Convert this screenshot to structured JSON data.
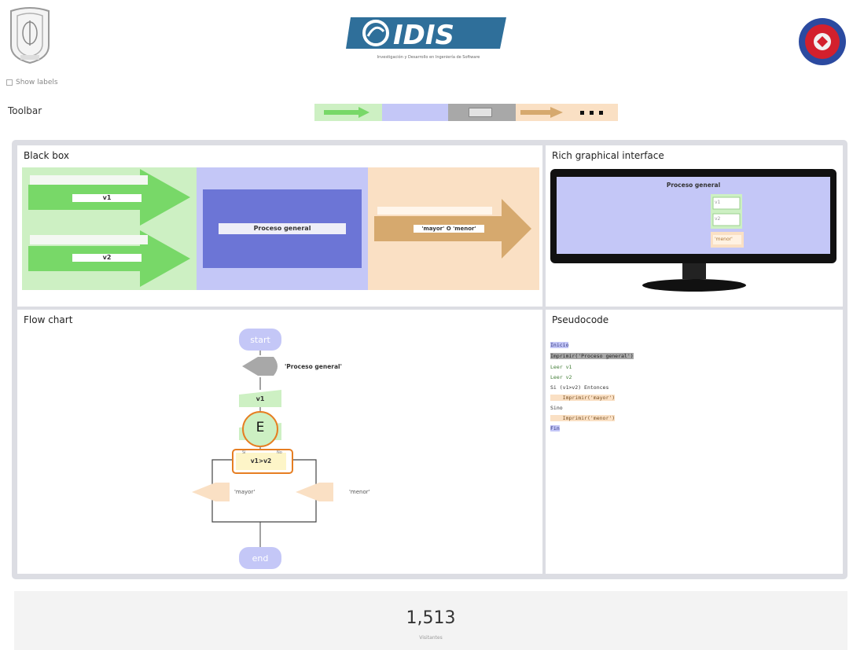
{
  "header": {
    "brand": "IDIS",
    "brand_tagline": "Investigación y Desarrollo en Ingeniería de Software"
  },
  "show_labels": {
    "label": "Show labels",
    "checked": false
  },
  "toolbar": {
    "label": "Toolbar"
  },
  "panels": {
    "black_box": {
      "title": "Black box",
      "input1": "v1",
      "input2": "v2",
      "process": "Proceso general",
      "output": "'mayor' O 'menor'"
    },
    "rich": {
      "title": "Rich graphical interface",
      "screen_title": "Proceso general",
      "field1": "v1",
      "field2": "v2",
      "output": "'menor'"
    },
    "flow": {
      "title": "Flow chart",
      "start": "start",
      "display": "'Proceso general'",
      "input1": "v1",
      "marker": "E",
      "decision": "v1>v2",
      "yes": "Sí",
      "no": "No",
      "out_left": "'mayor'",
      "out_right": "'menor'",
      "end": "end"
    },
    "pseudo": {
      "title": "Pseudocode",
      "lines": [
        "Inicio",
        "Imprimir('Proceso general')",
        "Leer v1",
        "Leer v2",
        "Si (v1>v2) Entonces",
        "    Imprimir('mayor')",
        "Sino",
        "    Imprimir('menor')",
        "Fin"
      ]
    }
  },
  "counter": {
    "value": "1,513",
    "label": "Visitantes"
  },
  "colors": {
    "green": "#cdf0c3",
    "green_arrow": "#78d868",
    "blue": "#c4c7f7",
    "blue_dark": "#6c75d6",
    "orange": "#fae0c4",
    "orange_arrow": "#d6a96e",
    "gray": "#a8a8a8",
    "marker": "#e67e22"
  }
}
